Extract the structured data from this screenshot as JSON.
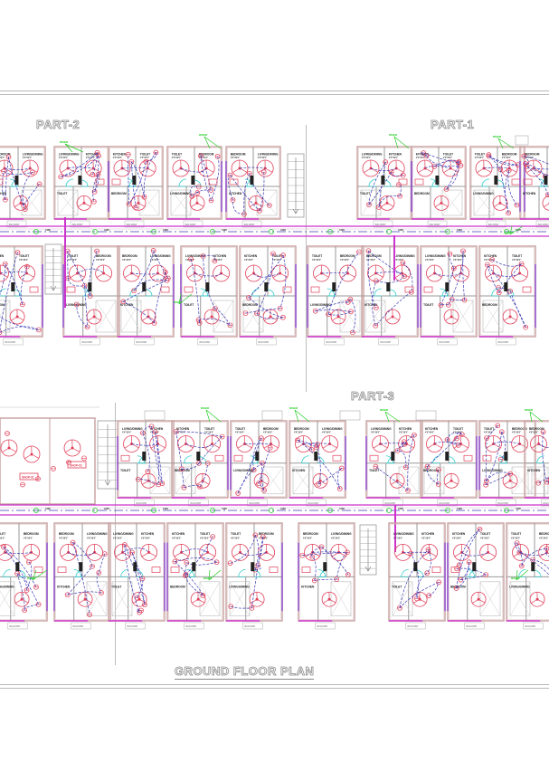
{
  "drawing": {
    "title": "GROUND FLOOR PLAN",
    "parts": [
      {
        "id": "part-2",
        "label": "PART-2"
      },
      {
        "id": "part-1",
        "label": "PART-1"
      },
      {
        "id": "part-3",
        "label": "PART-3"
      }
    ],
    "colors": {
      "wall": "#c8a0a0",
      "wall_dark": "#9a9a9a",
      "conduit": "#3b3bb5",
      "fixture": "#e0405a",
      "riser": "#22cc22",
      "corridor": "#cc33cc",
      "cyan": "#33cccc",
      "frame": "#b9b9b9",
      "label_fill": "#ffffff",
      "label_stroke": "#8a8a8a"
    },
    "room_labels": {
      "bedroom": "BEDROOM",
      "toilet": "TOILET",
      "kitchen": "KITCHEN",
      "living": "LIVING/DINING",
      "balcony": "BALCONY",
      "shop1": "SHOP-01",
      "shop2": "SHOP-02",
      "riser": "RISER",
      "db": "DB",
      "dim": "4'6\"X6'0\""
    }
  }
}
